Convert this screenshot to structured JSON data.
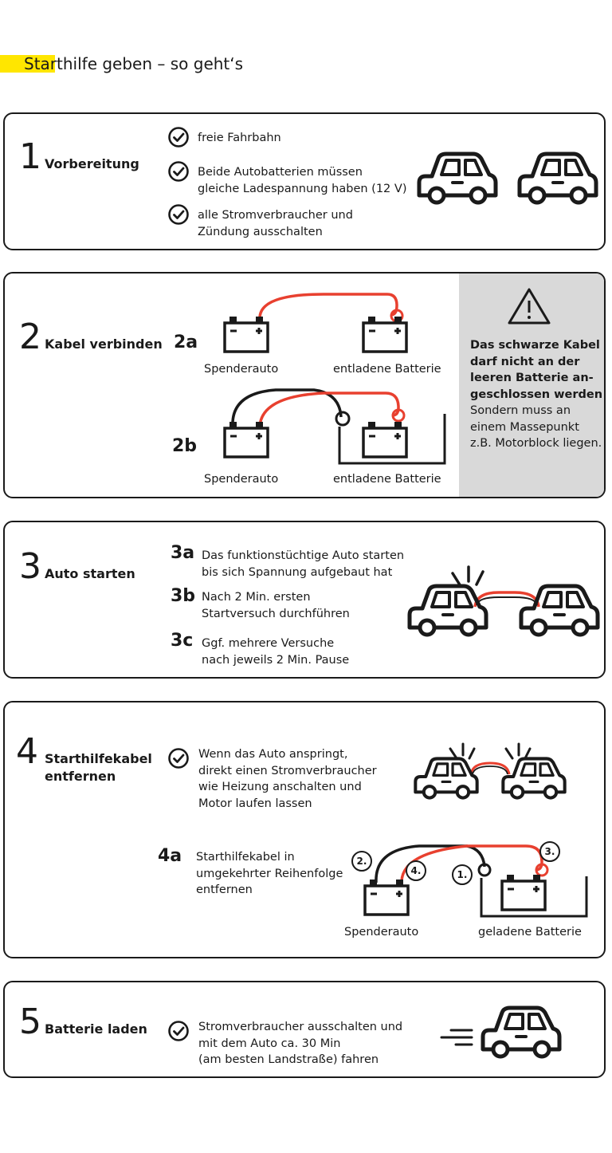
{
  "title": "Starthilfe geben – so geht‘s",
  "colors": {
    "accent": "#ffe600",
    "cable_red": "#e8402f",
    "ink": "#1a1a1a",
    "warning_bg": "#d9d9d9"
  },
  "step1": {
    "number": "1",
    "title": "Vorbereitung",
    "items": [
      {
        "line1": "freie Fahrbahn",
        "line2": ""
      },
      {
        "line1": "Beide Autobatterien müssen",
        "line2": "gleiche Ladespannung haben (12 V)"
      },
      {
        "line1": "alle Stromverbraucher und",
        "line2": "Zündung ausschalten"
      }
    ]
  },
  "step2": {
    "number": "2",
    "title": "Kabel verbinden",
    "sub_a": "2a",
    "sub_b": "2b",
    "donor_label": "Spenderauto",
    "empty_label": "entladene Batterie",
    "warning": {
      "bold_lines": [
        "Das schwarze Kabel",
        "darf nicht an der",
        "leeren Batterie an-",
        "geschlossen werden!"
      ],
      "normal_lines": [
        "Sondern muss an",
        "einem Massepunkt",
        "z.B. Motorblock liegen."
      ]
    }
  },
  "step3": {
    "number": "3",
    "title": "Auto starten",
    "items": [
      {
        "label": "3a",
        "line1": "Das funktionstüchtige Auto starten",
        "line2": "bis sich Spannung aufgebaut hat"
      },
      {
        "label": "3b",
        "line1": "Nach 2 Min. ersten",
        "line2": "Startversuch durchführen"
      },
      {
        "label": "3c",
        "line1": "Ggf. mehrere Versuche",
        "line2": "nach jeweils 2 Min. Pause"
      }
    ]
  },
  "step4": {
    "number": "4",
    "title_line1": "Starthilfekabel",
    "title_line2": "entfernen",
    "text_lines": [
      "Wenn das Auto anspringt,",
      "direkt einen Stromverbraucher",
      "wie Heizung anschalten und",
      "Motor laufen lassen"
    ],
    "sub_a": "4a",
    "sub_text_lines": [
      "Starthilfekabel in",
      "umgekehrter Reihenfolge",
      "entfernen"
    ],
    "markers": [
      "1.",
      "2.",
      "3.",
      "4."
    ],
    "donor_label": "Spenderauto",
    "charged_label": "geladene Batterie"
  },
  "step5": {
    "number": "5",
    "title": "Batterie laden",
    "text_lines": [
      "Stromverbraucher ausschalten und",
      "mit dem Auto ca. 30 Min",
      "(am besten Landstraße) fahren"
    ]
  },
  "icons": [
    "check-icon",
    "car-icon",
    "battery-icon",
    "warning-triangle-icon",
    "motion-lines-icon"
  ]
}
